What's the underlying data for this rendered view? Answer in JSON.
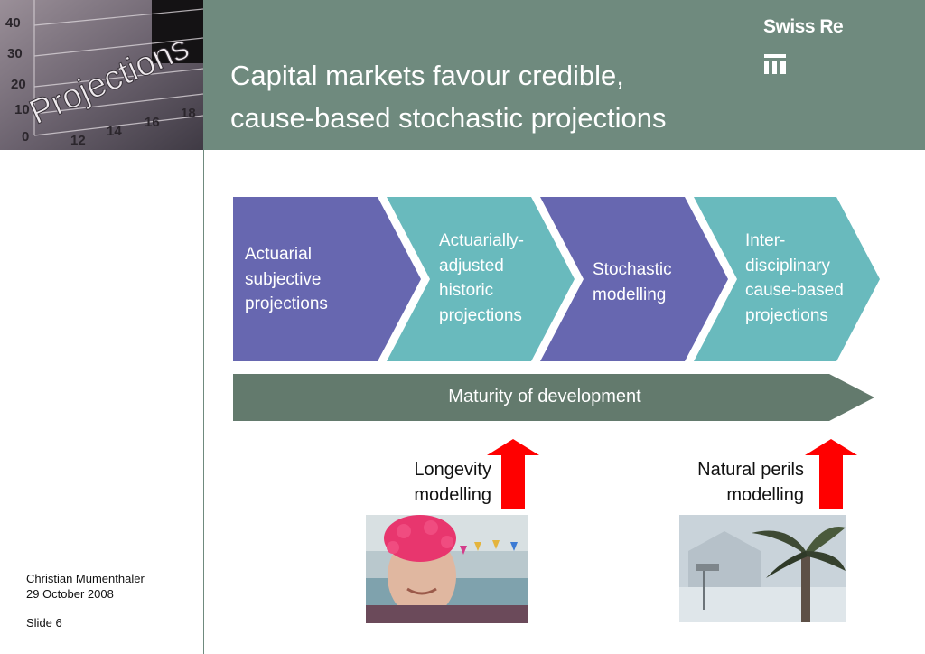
{
  "slide": {
    "title_line1": "Capital markets favour credible,",
    "title_line2": "cause-based stochastic projections",
    "logo_text": "Swiss Re"
  },
  "header_image": {
    "word": "Projections",
    "y_ticks": [
      "40",
      "30",
      "20",
      "10",
      "0"
    ],
    "x_ticks": [
      "12",
      "14",
      "16",
      "18"
    ]
  },
  "steps": [
    {
      "lines": [
        "Actuarial",
        "subjective",
        "projections"
      ],
      "color": "#6767b0"
    },
    {
      "lines": [
        "Actuarially-",
        "adjusted",
        "historic",
        "projections"
      ],
      "color": "#69babd"
    },
    {
      "lines": [
        "Stochastic",
        "modelling"
      ],
      "color": "#6767b0"
    },
    {
      "lines": [
        "Inter-",
        "disciplinary",
        "cause-based",
        "projections"
      ],
      "color": "#69babd"
    }
  ],
  "maturity": {
    "label": "Maturity of development",
    "color": "#637a6d"
  },
  "callouts": [
    {
      "line1": "Longevity",
      "line2": "modelling",
      "arrow_color": "#ff0000"
    },
    {
      "line1": "Natural perils",
      "line2": "modelling",
      "arrow_color": "#ff0000"
    }
  ],
  "footer": {
    "author": "Christian Mumenthaler",
    "date": "29 October 2008",
    "slide_number": "Slide 6"
  }
}
